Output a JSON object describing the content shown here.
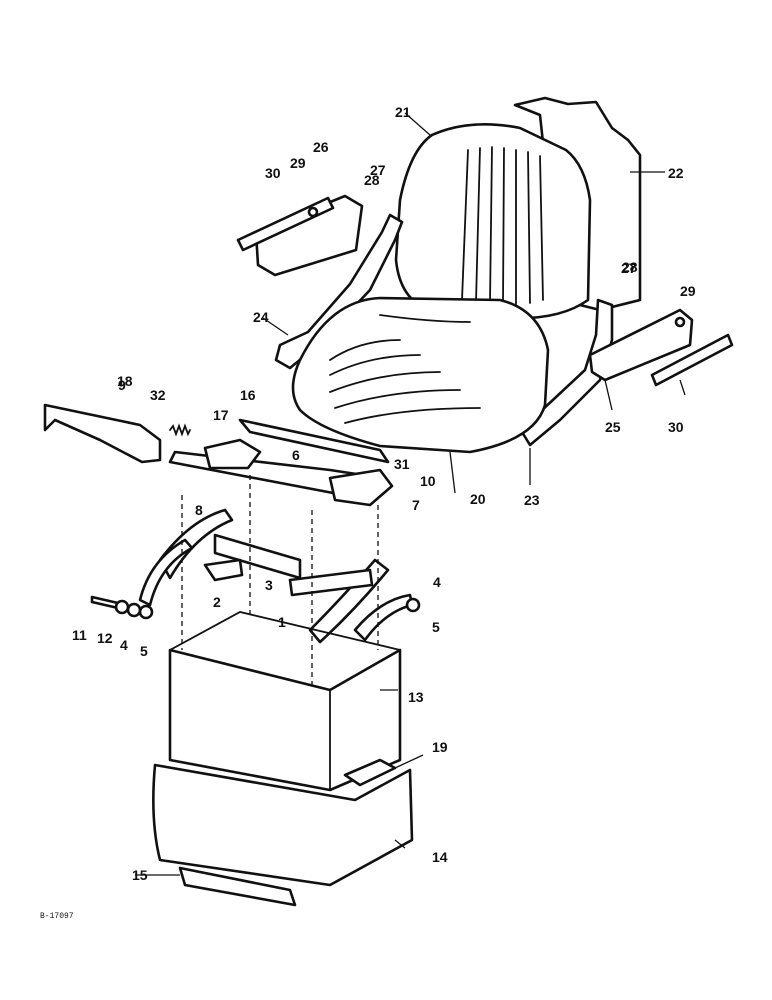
{
  "drawing_number": "B-17097",
  "callouts": [
    "1",
    "2",
    "3",
    "4",
    "4",
    "5",
    "5",
    "6",
    "7",
    "8",
    "9",
    "10",
    "11",
    "12",
    "13",
    "14",
    "15",
    "16",
    "17",
    "18",
    "19",
    "20",
    "21",
    "22",
    "23",
    "24",
    "25",
    "26",
    "27",
    "27",
    "28",
    "28",
    "29",
    "29",
    "30",
    "30",
    "31",
    "32"
  ]
}
